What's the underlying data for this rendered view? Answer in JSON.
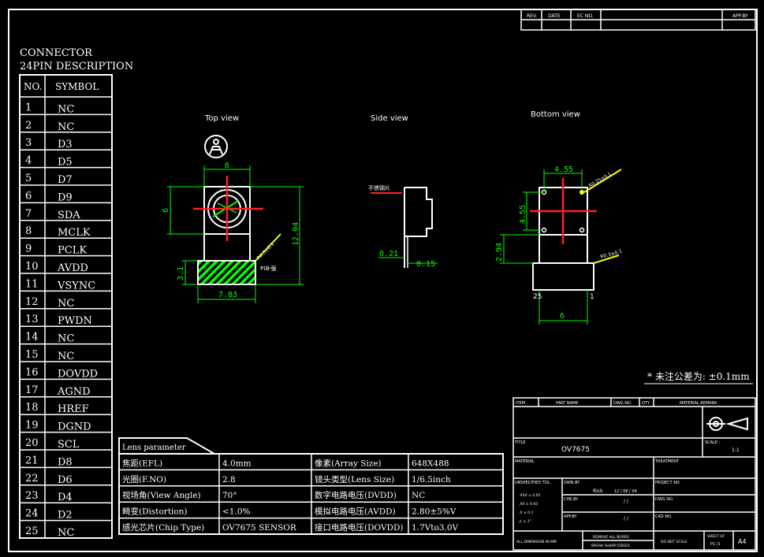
{
  "revision_block": {
    "rev": "REV.",
    "date": "DATE",
    "ec_no": "EC NO.",
    "app_by": "APP.BY"
  },
  "connector": {
    "title_line1": "CONNECTOR",
    "title_line2": "24PIN DESCRIPTION",
    "col_no": "NO.",
    "col_symbol": "SYMBOL",
    "pins": [
      {
        "no": "1",
        "symbol": "NC"
      },
      {
        "no": "2",
        "symbol": "NC"
      },
      {
        "no": "3",
        "symbol": "D3"
      },
      {
        "no": "4",
        "symbol": "D5"
      },
      {
        "no": "5",
        "symbol": "D7"
      },
      {
        "no": "6",
        "symbol": "D9"
      },
      {
        "no": "7",
        "symbol": "SDA"
      },
      {
        "no": "8",
        "symbol": "MCLK"
      },
      {
        "no": "9",
        "symbol": "PCLK"
      },
      {
        "no": "10",
        "symbol": "AVDD"
      },
      {
        "no": "11",
        "symbol": "VSYNC"
      },
      {
        "no": "12",
        "symbol": "NC"
      },
      {
        "no": "13",
        "symbol": "PWDN"
      },
      {
        "no": "14",
        "symbol": "NC"
      },
      {
        "no": "15",
        "symbol": "NC"
      },
      {
        "no": "16",
        "symbol": "DOVDD"
      },
      {
        "no": "17",
        "symbol": "AGND"
      },
      {
        "no": "18",
        "symbol": "HREF"
      },
      {
        "no": "19",
        "symbol": "DGND"
      },
      {
        "no": "20",
        "symbol": "SCL"
      },
      {
        "no": "21",
        "symbol": "D8"
      },
      {
        "no": "22",
        "symbol": "D6"
      },
      {
        "no": "23",
        "symbol": "D4"
      },
      {
        "no": "24",
        "symbol": "D2"
      },
      {
        "no": "25",
        "symbol": "NC"
      }
    ]
  },
  "views": {
    "top": {
      "label": "Top view",
      "dim_width": "6",
      "dim_height": "6",
      "dim_total": "12.04",
      "dim_pcb_h": "3.1",
      "dim_pcb_w": "7.83",
      "corner_note": "R0.3±0.1",
      "pi_note": "PI补强"
    },
    "side": {
      "label": "Side view",
      "note": "不锈钢片",
      "dim_a": "0.21",
      "dim_b": "0.15"
    },
    "bottom": {
      "label": "Bottom view",
      "dim_top": "4.55",
      "dim_side": "4.55",
      "dim_pcb": "2.94",
      "dim_width": "6",
      "note_a": "R0.25±0.1",
      "note_b": "R0.3±0.1",
      "pin_left": "25",
      "pin_right": "1"
    }
  },
  "tolerance_note": "* 未注公差为: ±0.1mm",
  "lens": {
    "title": "Lens parameter",
    "rows": [
      {
        "k1": "焦距(EFL)",
        "v1": "4.0mm",
        "k2": "像素(Array Size)",
        "v2": "648X488"
      },
      {
        "k1": "光圈(F.NO)",
        "v1": "2.8",
        "k2": "镜头类型(Lens Size)",
        "v2": "1/6.5inch"
      },
      {
        "k1": "视场角(View Angle)",
        "v1": "70°",
        "k2": "数字电路电压(DVDD)",
        "v2": "NC"
      },
      {
        "k1": "畸变(Distortion)",
        "v1": "<1.0%",
        "k2": "模拟电路电压(AVDD)",
        "v2": "2.80±5%V"
      },
      {
        "k1": "感光芯片(Chip Type)",
        "v1": "OV7675 SENSOR",
        "k2": "接口电路电压(DOVDD)",
        "v2": "1.7Vto3.0V"
      }
    ]
  },
  "title_block": {
    "item": "ITEM",
    "part_name": "PART NAME",
    "dwg_no": "DWG NO.",
    "qty": "QTY",
    "material_remark": "MATERIAL REMARK",
    "title_label": "TITLE",
    "title_value": "OV7675",
    "scale_label": "SCALE :",
    "scale_value": "1:1",
    "material_label": "MATERIAL",
    "treatment_label": "TREATMENT",
    "unspecified_tol": "UNSPECIFIED TOL.",
    "tol_rows": [
      ".XXX ± 0.05",
      ".XX ± 0.05",
      ".X ± 0.1",
      "∠ ± 1°"
    ],
    "dwn_by": "DWN.BY",
    "dwn_name": "Rick",
    "dwn_date": "12 / 08 / 04",
    "chk_by": "CHK.BY",
    "chk_date": "/ /",
    "app_by": "APP.BY",
    "app_date": "/ /",
    "project_no": "PROJECT NO.",
    "dwg_no2": "DWG NO.",
    "cad_no": "CAD NO.",
    "dim_note": "ALL DIMENSION IN MM",
    "burrs": "REMOVE ALL BURRS",
    "edges": "BREAK SHARP EDGES",
    "no_scale": "DO NOT SCALE",
    "sheet_of": "SHEET OF",
    "sheet_val": "P1 /1",
    "size": "A4"
  }
}
